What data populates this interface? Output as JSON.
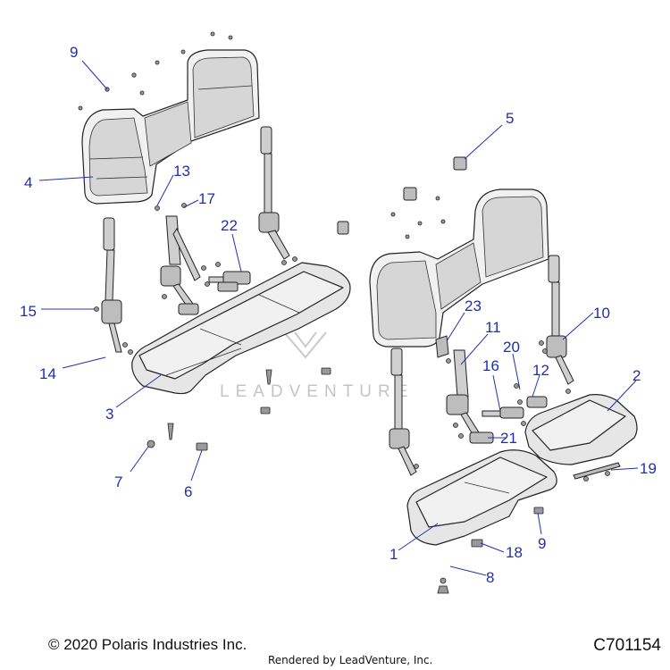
{
  "footer": {
    "copyright": "© 2020 Polaris Industries Inc.",
    "drawing_number": "C701154",
    "rendered_by": "Rendered by LeadVenture, Inc."
  },
  "watermark": {
    "text": "LEADVENTURE"
  },
  "colors": {
    "callout": "#1d2fb0",
    "linework": "#222222",
    "fill": "#e6e6e6"
  },
  "callouts": [
    {
      "id": "c9a",
      "label": "9"
    },
    {
      "id": "c4",
      "label": "4"
    },
    {
      "id": "c13",
      "label": "13"
    },
    {
      "id": "c17",
      "label": "17"
    },
    {
      "id": "c22",
      "label": "22"
    },
    {
      "id": "c15",
      "label": "15"
    },
    {
      "id": "c14",
      "label": "14"
    },
    {
      "id": "c3",
      "label": "3"
    },
    {
      "id": "c7",
      "label": "7"
    },
    {
      "id": "c6",
      "label": "6"
    },
    {
      "id": "c5",
      "label": "5"
    },
    {
      "id": "c10",
      "label": "10"
    },
    {
      "id": "c23",
      "label": "23"
    },
    {
      "id": "c11",
      "label": "11"
    },
    {
      "id": "c20",
      "label": "20"
    },
    {
      "id": "c12",
      "label": "12"
    },
    {
      "id": "c16",
      "label": "16"
    },
    {
      "id": "c2",
      "label": "2"
    },
    {
      "id": "c21",
      "label": "21"
    },
    {
      "id": "c19",
      "label": "19"
    },
    {
      "id": "c1",
      "label": "1"
    },
    {
      "id": "c18",
      "label": "18"
    },
    {
      "id": "c9b",
      "label": "9"
    },
    {
      "id": "c8",
      "label": "8"
    }
  ]
}
